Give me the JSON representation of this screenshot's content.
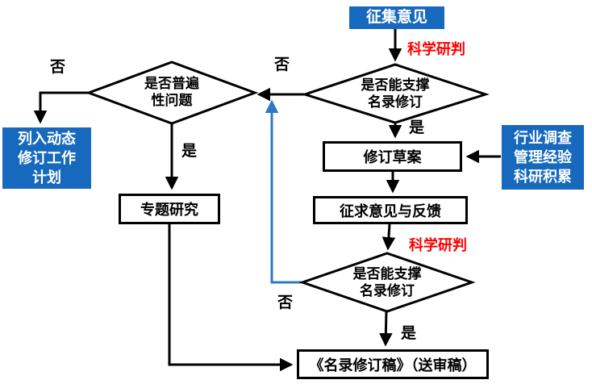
{
  "colors": {
    "box_blue": "#1669BC",
    "feedback_line_blue": "#2E79C2",
    "judge_red": "#FF0000",
    "line_black": "#000000"
  },
  "nodes": {
    "collect": {
      "label": "征集意见"
    },
    "judge1": {
      "label": "科学研判"
    },
    "diamond_support1": {
      "line1": "是否能支撑",
      "line2": "名录修订"
    },
    "diamond_universal": {
      "line1": "是否普遍",
      "line2": "性问题"
    },
    "plan_box": {
      "line1": "列入动态",
      "line2": "修订工作",
      "line3": "计划"
    },
    "research_box": {
      "label": "专题研究"
    },
    "draft_box": {
      "label": "修订草案"
    },
    "input_box": {
      "line1": "行业调查",
      "line2": "管理经验",
      "line3": "科研积累"
    },
    "feedback_box": {
      "label": "征求意见与反馈"
    },
    "judge2": {
      "label": "科学研判"
    },
    "diamond_support2": {
      "line1": "是否能支撑",
      "line2": "名录修订"
    },
    "final_box": {
      "label": "《名录修订稿》（送审稿）"
    }
  },
  "edge_labels": {
    "no_left": "否",
    "yes_left": "是",
    "no_mid": "否",
    "yes_mid": "是",
    "no_bottom": "否",
    "yes_bottom": "是"
  }
}
